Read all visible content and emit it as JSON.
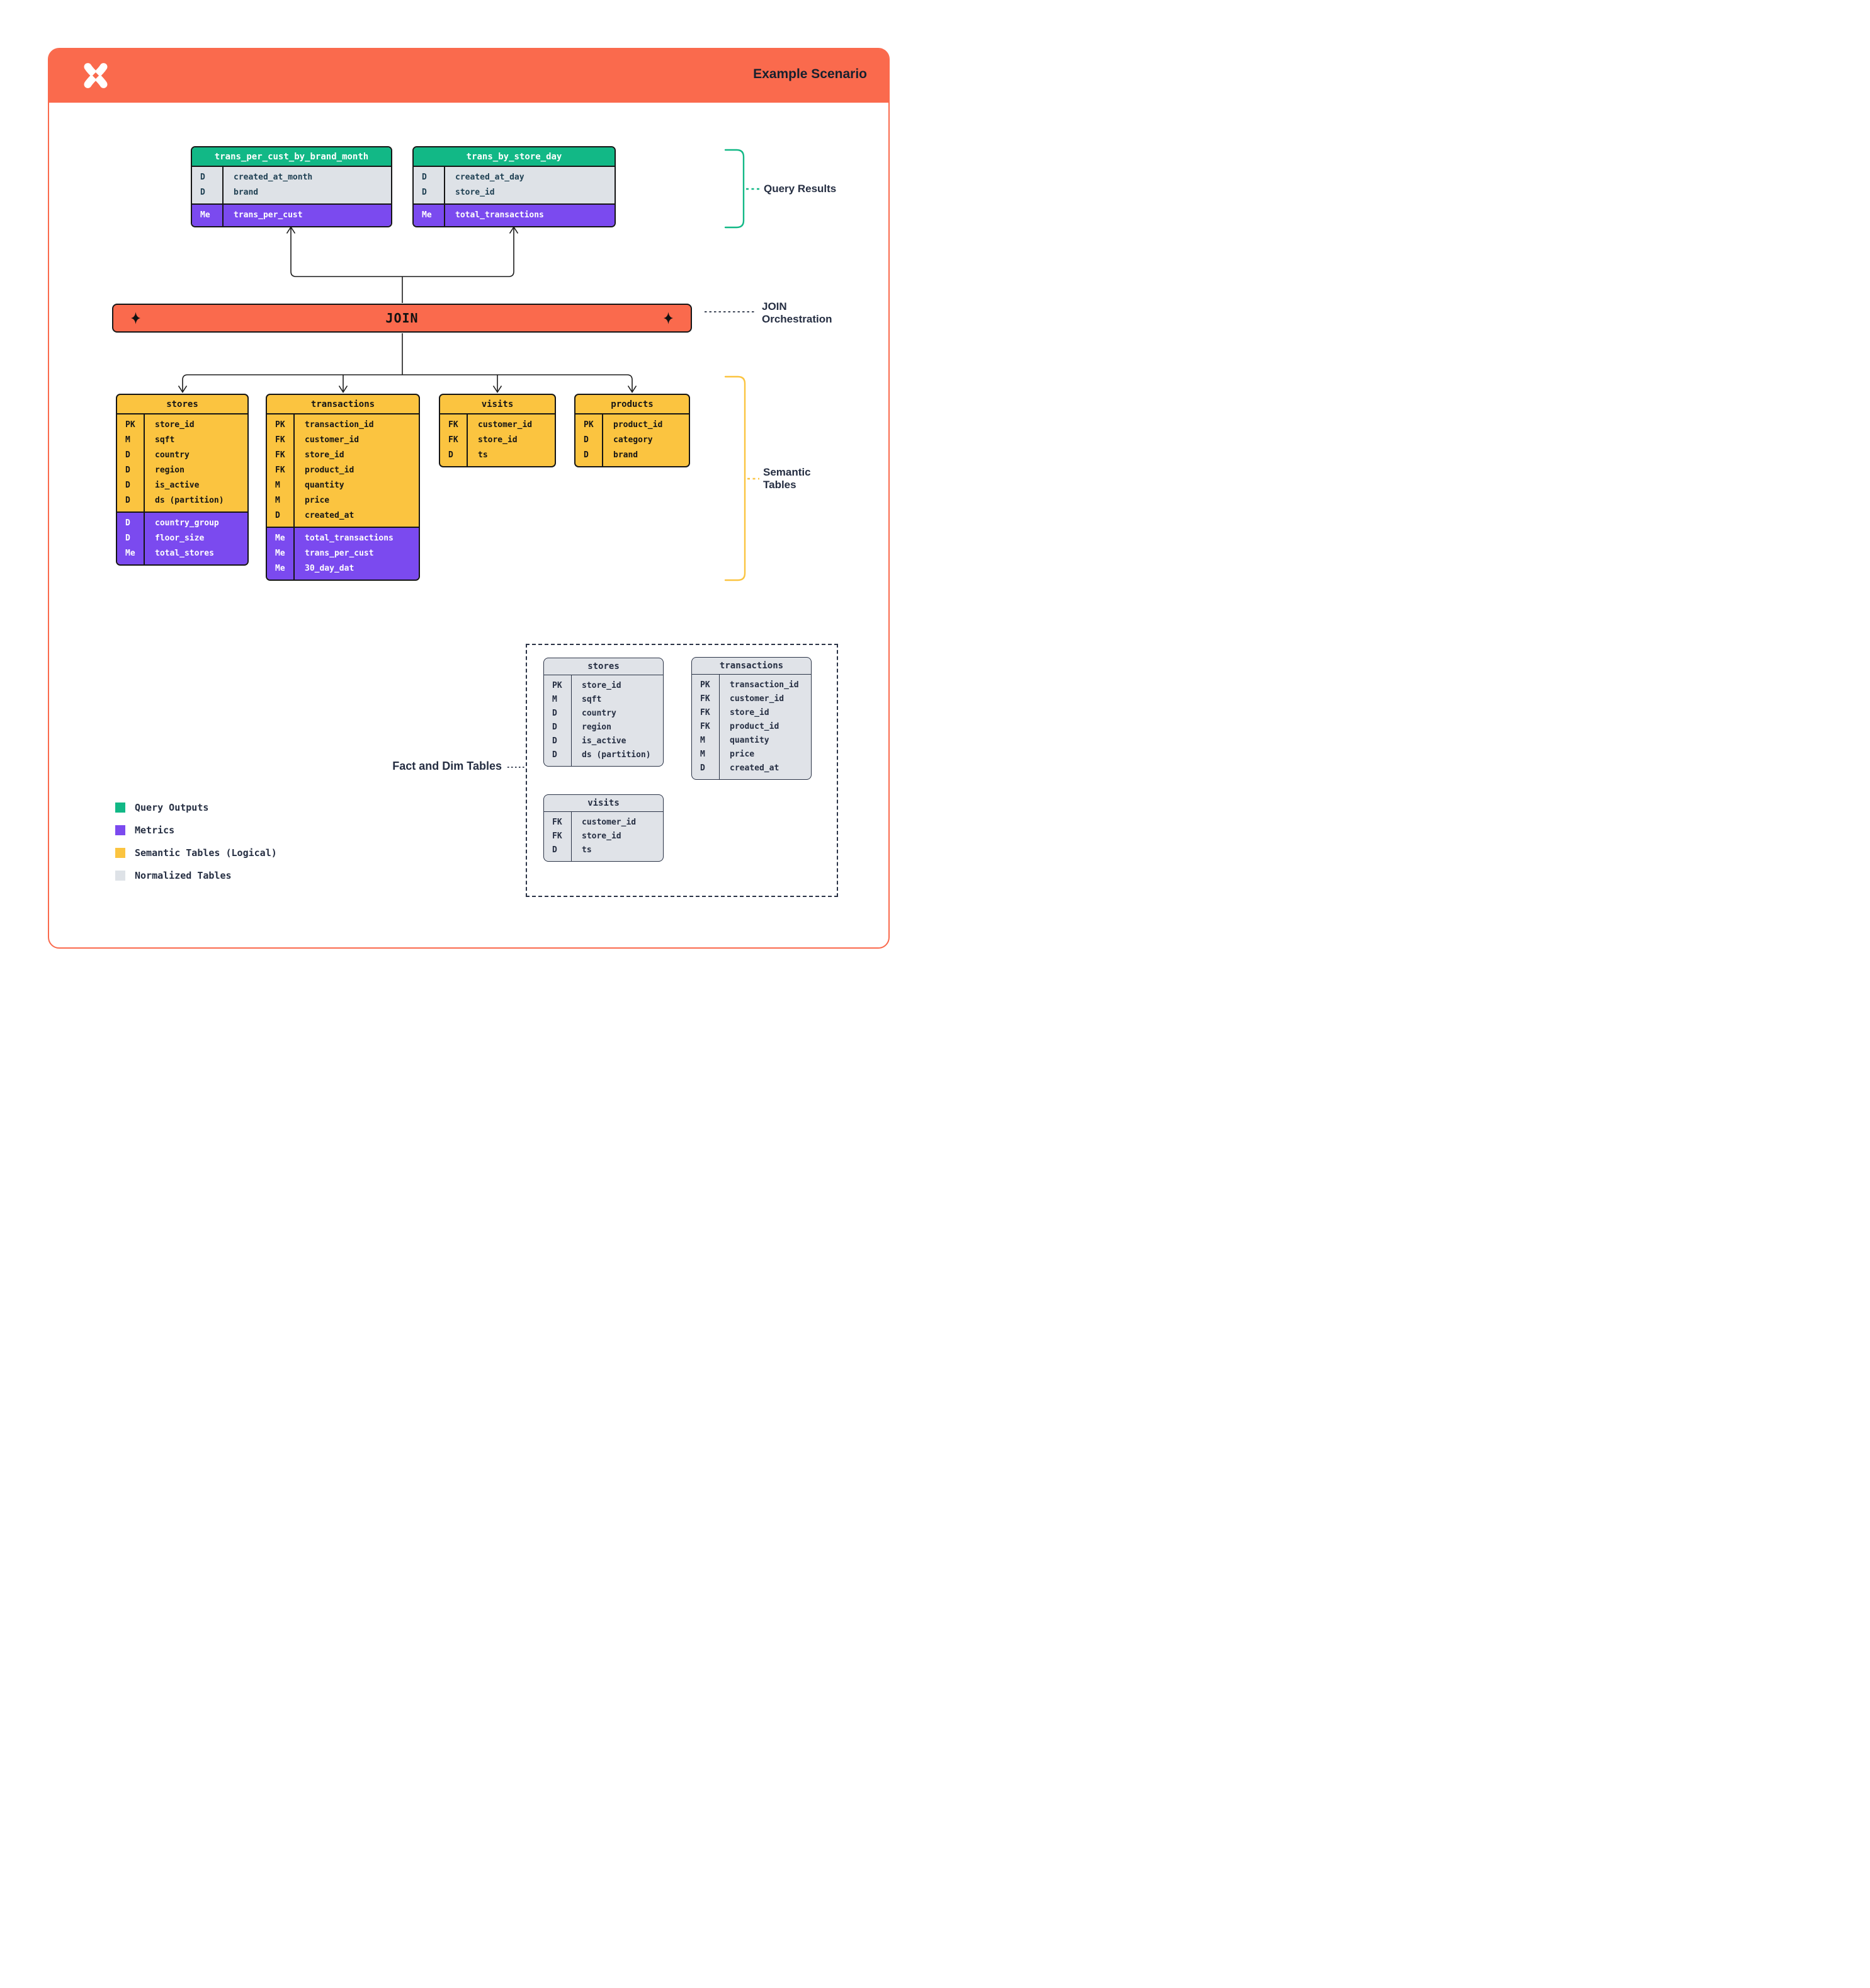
{
  "header": {
    "title": "Example Scenario"
  },
  "join": {
    "label": "JOIN"
  },
  "annotations": {
    "query_results": "Query Results",
    "join_orchestration_line1": "JOIN",
    "join_orchestration_line2": "Orchestration",
    "semantic_tables_line1": "Semantic",
    "semantic_tables_line2": "Tables",
    "fact_and_dim": "Fact and Dim Tables"
  },
  "query_result_tables": [
    {
      "title": "trans_per_cust_by_brand_month",
      "sections": [
        {
          "metrics": false,
          "rows": [
            [
              "D",
              "created_at_month"
            ],
            [
              "D",
              "brand"
            ]
          ]
        },
        {
          "metrics": true,
          "rows": [
            [
              "Me",
              "trans_per_cust"
            ]
          ]
        }
      ]
    },
    {
      "title": "trans_by_store_day",
      "sections": [
        {
          "metrics": false,
          "rows": [
            [
              "D",
              "created_at_day"
            ],
            [
              "D",
              "store_id"
            ]
          ]
        },
        {
          "metrics": true,
          "rows": [
            [
              "Me",
              "total_transactions"
            ]
          ]
        }
      ]
    }
  ],
  "semantic_tables": [
    {
      "title": "stores",
      "sections": [
        {
          "metrics": false,
          "rows": [
            [
              "PK",
              "store_id"
            ],
            [
              "M",
              "sqft"
            ],
            [
              "D",
              "country"
            ],
            [
              "D",
              "region"
            ],
            [
              "D",
              "is_active"
            ],
            [
              "D",
              "ds (partition)"
            ]
          ]
        },
        {
          "metrics": true,
          "rows": [
            [
              "D",
              "country_group"
            ],
            [
              "D",
              "floor_size"
            ],
            [
              "Me",
              "total_stores"
            ]
          ]
        }
      ]
    },
    {
      "title": "transactions",
      "sections": [
        {
          "metrics": false,
          "rows": [
            [
              "PK",
              "transaction_id"
            ],
            [
              "FK",
              "customer_id"
            ],
            [
              "FK",
              "store_id"
            ],
            [
              "FK",
              "product_id"
            ],
            [
              "M",
              "quantity"
            ],
            [
              "M",
              "price"
            ],
            [
              "D",
              "created_at"
            ]
          ]
        },
        {
          "metrics": true,
          "rows": [
            [
              "Me",
              "total_transactions"
            ],
            [
              "Me",
              "trans_per_cust"
            ],
            [
              "Me",
              "30_day_dat"
            ]
          ]
        }
      ]
    },
    {
      "title": "visits",
      "sections": [
        {
          "metrics": false,
          "rows": [
            [
              "FK",
              "customer_id"
            ],
            [
              "FK",
              "store_id"
            ],
            [
              "D",
              "ts"
            ]
          ]
        }
      ]
    },
    {
      "title": "products",
      "sections": [
        {
          "metrics": false,
          "rows": [
            [
              "PK",
              "product_id"
            ],
            [
              "D",
              "category"
            ],
            [
              "D",
              "brand"
            ]
          ]
        }
      ]
    }
  ],
  "normalized_tables": [
    {
      "title": "stores",
      "sections": [
        {
          "metrics": false,
          "rows": [
            [
              "PK",
              "store_id"
            ],
            [
              "M",
              "sqft"
            ],
            [
              "D",
              "country"
            ],
            [
              "D",
              "region"
            ],
            [
              "D",
              "is_active"
            ],
            [
              "D",
              "ds (partition)"
            ]
          ]
        }
      ]
    },
    {
      "title": "transactions",
      "sections": [
        {
          "metrics": false,
          "rows": [
            [
              "PK",
              "transaction_id"
            ],
            [
              "FK",
              "customer_id"
            ],
            [
              "FK",
              "store_id"
            ],
            [
              "FK",
              "product_id"
            ],
            [
              "M",
              "quantity"
            ],
            [
              "M",
              "price"
            ],
            [
              "D",
              "created_at"
            ]
          ]
        }
      ]
    },
    {
      "title": "visits",
      "sections": [
        {
          "metrics": false,
          "rows": [
            [
              "FK",
              "customer_id"
            ],
            [
              "FK",
              "store_id"
            ],
            [
              "D",
              "ts"
            ]
          ]
        }
      ]
    }
  ],
  "legend": [
    {
      "label": "Query Outputs",
      "color": "#12B886"
    },
    {
      "label": "Metrics",
      "color": "#7B4AEF"
    },
    {
      "label": "Semantic Tables (Logical)",
      "color": "#FBC440"
    },
    {
      "label": "Normalized Tables",
      "color": "#DEE2E7"
    }
  ],
  "colors": {
    "orange": "#FA6A4D",
    "green": "#12B886",
    "purple": "#7B4AEF",
    "yellow": "#FBC440",
    "gray": "#DEE2E7",
    "navy": "#252E42",
    "black": "#151515"
  }
}
